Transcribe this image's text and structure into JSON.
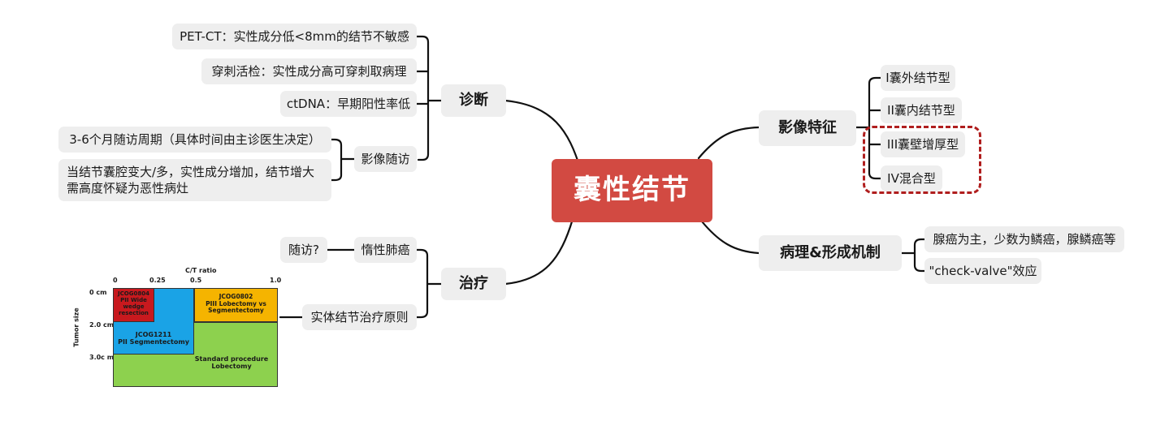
{
  "root": {
    "label": "囊性结节"
  },
  "diagnosis": {
    "label": "诊断",
    "items": [
      "PET-CT：实性成分低<8mm的结节不敏感",
      "穿刺活检：实性成分高可穿刺取病理",
      "ctDNA：早期阳性率低"
    ],
    "followup": {
      "label": "影像随访",
      "items": [
        "3-6个月随访周期（具体时间由主诊医生决定）",
        "当结节囊腔变大/多，实性成分增加，结节增大需高度怀疑为恶性病灶"
      ]
    }
  },
  "treatment": {
    "label": "治疗",
    "indolent": {
      "label": "惰性肺癌",
      "item": "随访?"
    },
    "solid": {
      "label": "实体结节治疗原则"
    },
    "figure": {
      "x_axis_title": "C/T ratio",
      "x_ticks": [
        "0",
        "0.25",
        "0.5",
        "1.0"
      ],
      "y_axis_title": "Tumor size",
      "y_ticks": [
        "0 cm",
        "2.0 cm",
        "3.0c m"
      ],
      "boxes": [
        {
          "label": "JCOG0804\nPII Wide wedge resection",
          "color": "#c8191e"
        },
        {
          "label": "JCOG0802\nPIII Lobectomy vs Segmentectomy",
          "color": "#f5b400"
        },
        {
          "label": "JCOG1211\nPII Segmentectomy",
          "color": "#1aa3e6"
        },
        {
          "label": "Standard procedure\nLobectomy",
          "color": "#8dd14e"
        }
      ]
    }
  },
  "imaging": {
    "label": "影像特征",
    "items": [
      "I囊外结节型",
      "II囊内结节型",
      "III囊壁增厚型",
      "IV混合型"
    ]
  },
  "pathology": {
    "label": "病理&形成机制",
    "items": [
      "腺癌为主，少数为鳞癌，腺鳞癌等",
      "\"check-valve\"效应"
    ]
  },
  "colors": {
    "root": "#d24a42",
    "node": "#eeeeee",
    "line": "#111111",
    "highlight": "#b01e1e"
  }
}
